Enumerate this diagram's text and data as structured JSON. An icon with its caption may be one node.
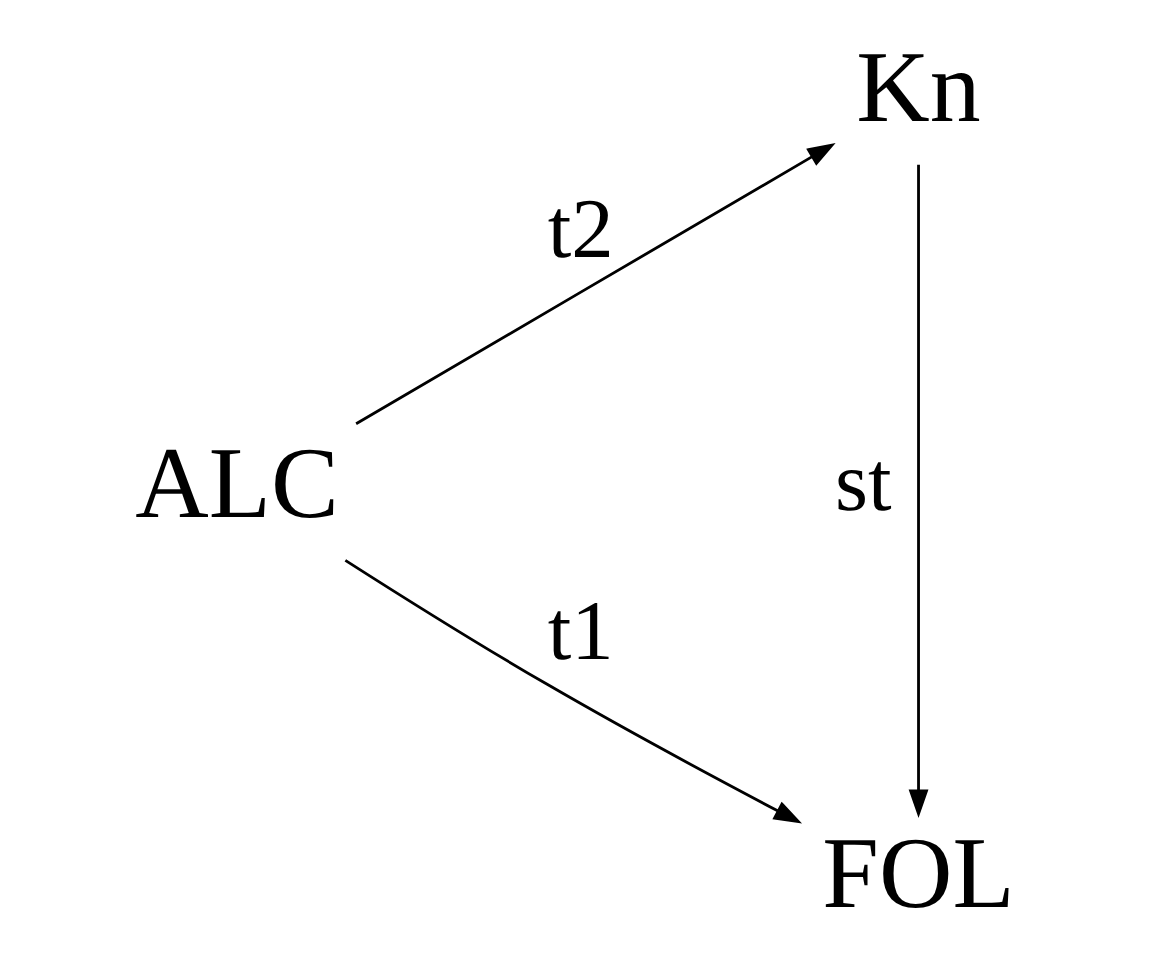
{
  "diagram": {
    "nodes": [
      {
        "text": [
          "FOL"
        ]
      },
      {
        "text": [
          "ALC"
        ]
      },
      {
        "text": [
          "Kn"
        ]
      }
    ],
    "edges": [
      {
        "from": 1,
        "to": 0,
        "arrow": "to",
        "label": "t1"
      },
      {
        "from": 1,
        "to": 2,
        "arrow": "to",
        "label": "t2"
      },
      {
        "from": 2,
        "to": 0,
        "arrow": "to",
        "label": "st"
      }
    ]
  }
}
